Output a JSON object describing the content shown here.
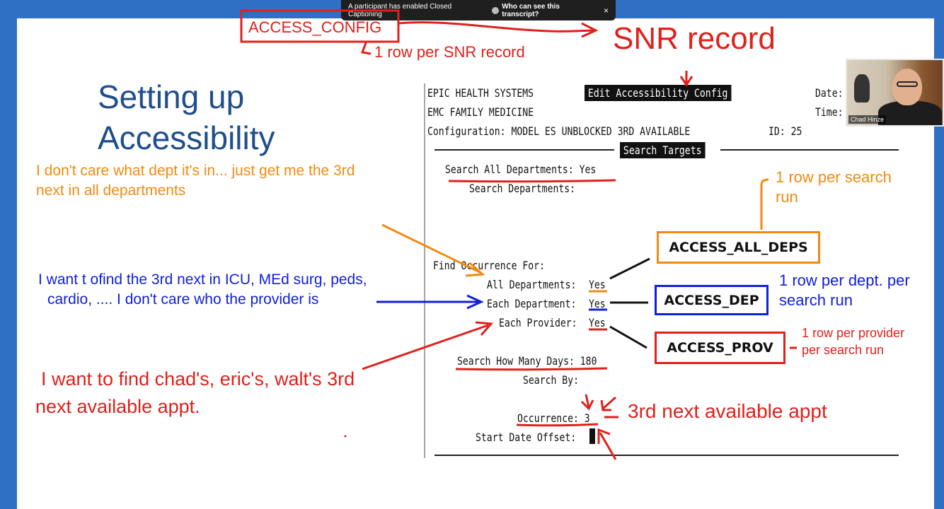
{
  "caption_bar": {
    "message": "A participant has enabled Closed Captioning",
    "link": "Who can see this transcript?",
    "close": "×"
  },
  "video": {
    "participant_name": "Chad Hinze"
  },
  "slide": {
    "title_line1": "Setting up",
    "title_line2": "Accessibility"
  },
  "annotations": {
    "access_config": "ACCESS_CONFIG",
    "snr_record": "SNR record",
    "one_row_snr": "1 row per SNR record",
    "dept_note_1": "I don't care what dept it's in... just get me the 3rd",
    "dept_note_2": "next in all departments",
    "icu_note_1": "I want t ofind the 3rd next in ICU, MEd surg, peds,",
    "icu_note_2": "cardio, .... I don't care who the provider is",
    "chad_note_1": "I want to find chad's, eric's, walt's 3rd",
    "chad_note_2": "next available appt.",
    "one_row_search_1": "1 row per search",
    "one_row_search_2": "run",
    "one_row_dept_1": "1 row per dept. per",
    "one_row_dept_2": "search run",
    "one_row_prov_1": "1 row per provider",
    "one_row_prov_2": "per search run",
    "third_next": "3rd next available appt",
    "box_all_deps": "ACCESS_ALL_DEPS",
    "box_dep": "ACCESS_DEP",
    "box_prov": "ACCESS_PROV"
  },
  "terminal": {
    "line_company": "EPIC HEALTH SYSTEMS",
    "header_title": "Edit Accessibility Config",
    "date_label": "Date:",
    "line_dept": "EMC FAMILY MEDICINE",
    "time_label": "Time:",
    "config_line": "Configuration: MODEL ES UNBLOCKED 3RD AVAILABLE",
    "id_label": "ID: 25",
    "section_title": "Search Targets",
    "search_all_deps": "Search All Departments: Yes",
    "search_deps": "Search Departments:",
    "find_occurrence": "Find Occurrence For:",
    "all_deps_label": "All Departments:",
    "all_deps_value": "Yes",
    "each_dept_label": "Each Department:",
    "each_dept_value": "Yes",
    "each_prov_label": "Each Provider:",
    "each_prov_value": "Yes",
    "search_days": "Search How Many Days: 180",
    "search_by": "Search By:",
    "occurrence": "Occurrence: 3",
    "start_offset": "Start Date Offset:"
  },
  "colors": {
    "red": "#e0201b",
    "orange": "#f28a10",
    "blue": "#1020d8",
    "title_blue": "#1f4e8c",
    "frame_blue": "#2f6fc4"
  }
}
